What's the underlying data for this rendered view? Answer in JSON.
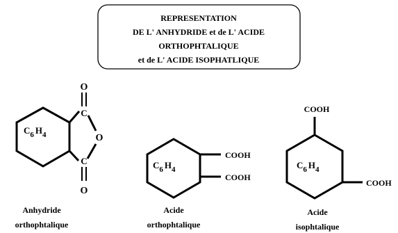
{
  "title": {
    "line1": "REPRESENTATION",
    "line2": "DE L' ANHYDRIDE et de L' ACIDE",
    "line3": "ORTHOPHTALIQUE",
    "line4": "et de L' ACIDE ISOPHATLIQUE"
  },
  "anhydride": {
    "ring_base": "C",
    "ring_sub1": "6",
    "ring_mid": "H",
    "ring_sub2": "4",
    "o_top": "O",
    "c_top": "C",
    "o_ring": "O",
    "c_bottom": "C",
    "o_bottom": "O",
    "caption_line1": "Anhydride",
    "caption_line2": "orthophtalique"
  },
  "ortho_acid": {
    "ring_base": "C",
    "ring_sub1": "6",
    "ring_mid": "H",
    "ring_sub2": "4",
    "group_top": "COOH",
    "group_bottom": "COOH",
    "caption_line1": "Acide",
    "caption_line2": "orthophtalique"
  },
  "iso_acid": {
    "ring_base": "C",
    "ring_sub1": "6",
    "ring_mid": "H",
    "ring_sub2": "4",
    "group_top": "COOH",
    "group_right": "COOH",
    "caption_line1": "Acide",
    "caption_line2": "isophtalique"
  }
}
